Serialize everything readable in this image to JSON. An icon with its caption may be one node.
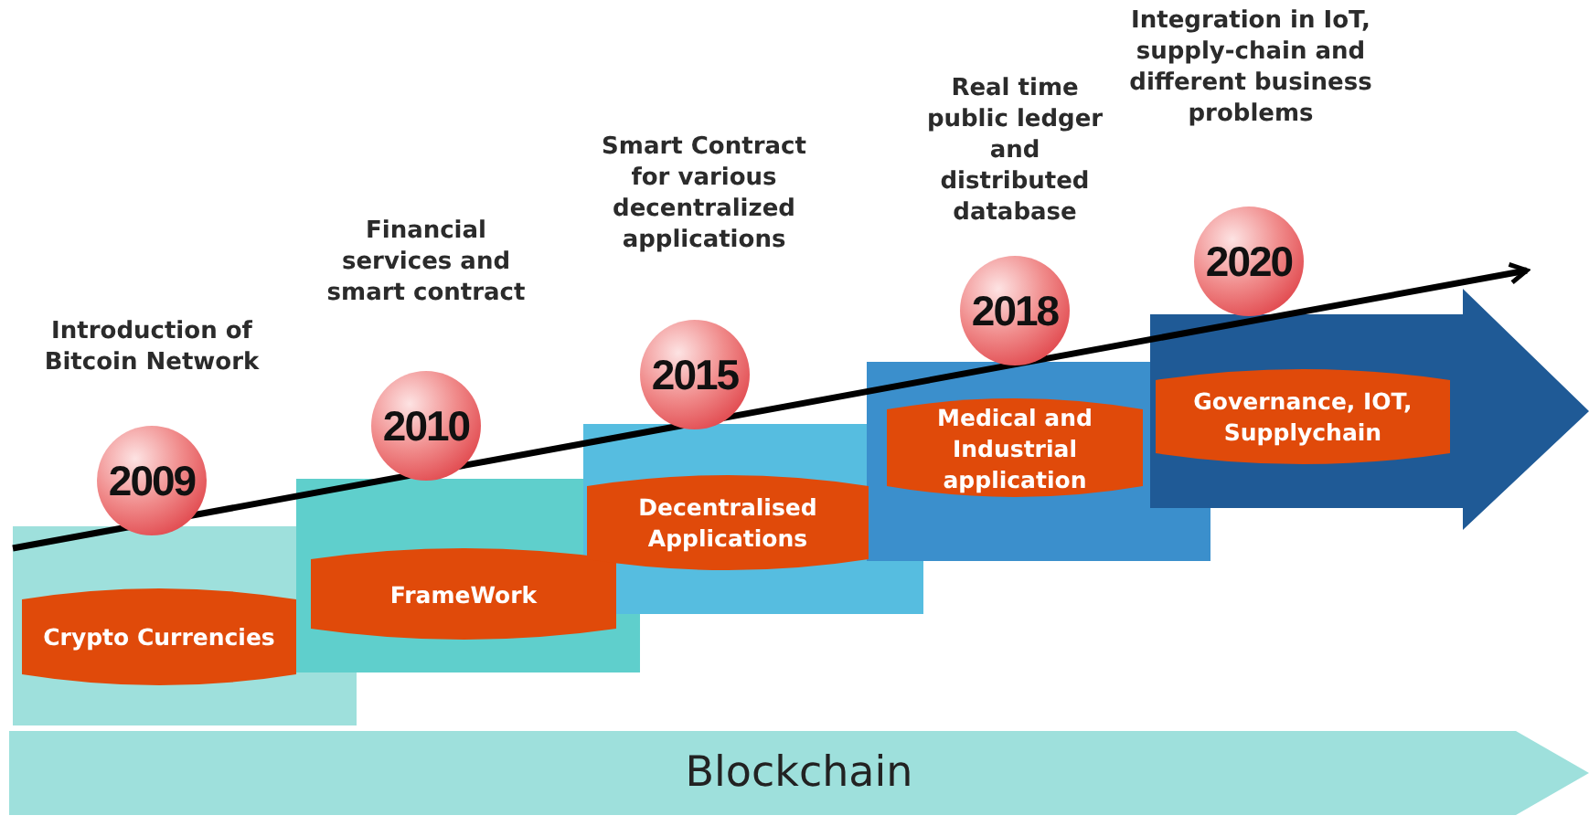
{
  "diagram": {
    "nodes": [
      {
        "text": [
          "2009"
        ],
        "beside": [
          "Introduction of Bitcoin Network"
        ]
      },
      {
        "text": [
          "2010"
        ],
        "beside": [
          "Financial services and smart contract"
        ]
      },
      {
        "text": [
          "2015"
        ],
        "beside": [
          "Smart Contract for various decentralized applications"
        ]
      },
      {
        "text": [
          "2018"
        ],
        "beside": [
          "Real time public ledger and distributed database"
        ]
      },
      {
        "text": [
          "2020"
        ],
        "beside": [
          "Integration in IoT, supply-chain and different business problems"
        ]
      },
      {
        "text": [
          "Crypto Currencies"
        ]
      },
      {
        "text": [
          "FrameWork"
        ]
      },
      {
        "text": [
          "Decentralised Applications"
        ]
      },
      {
        "text": [
          "Medical and Industrial application"
        ]
      },
      {
        "text": [
          "Governance, IOT, Supplychain"
        ]
      },
      {
        "text": [
          "Blockchain"
        ]
      }
    ]
  }
}
